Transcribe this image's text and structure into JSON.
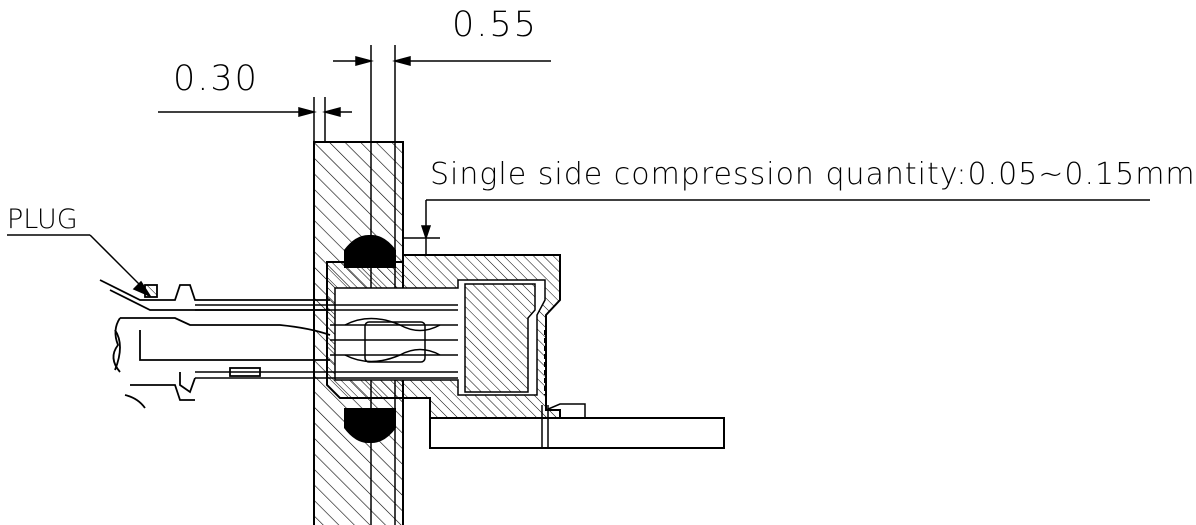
{
  "diagram": {
    "dimensions": {
      "gap_0_55": "0.55",
      "gap_0_30": "0.30"
    },
    "note": "Single side compression quantity:0.05~0.15mm",
    "plug_label": "PLUG"
  },
  "colors": {
    "line": "#000000",
    "background": "#ffffff"
  }
}
